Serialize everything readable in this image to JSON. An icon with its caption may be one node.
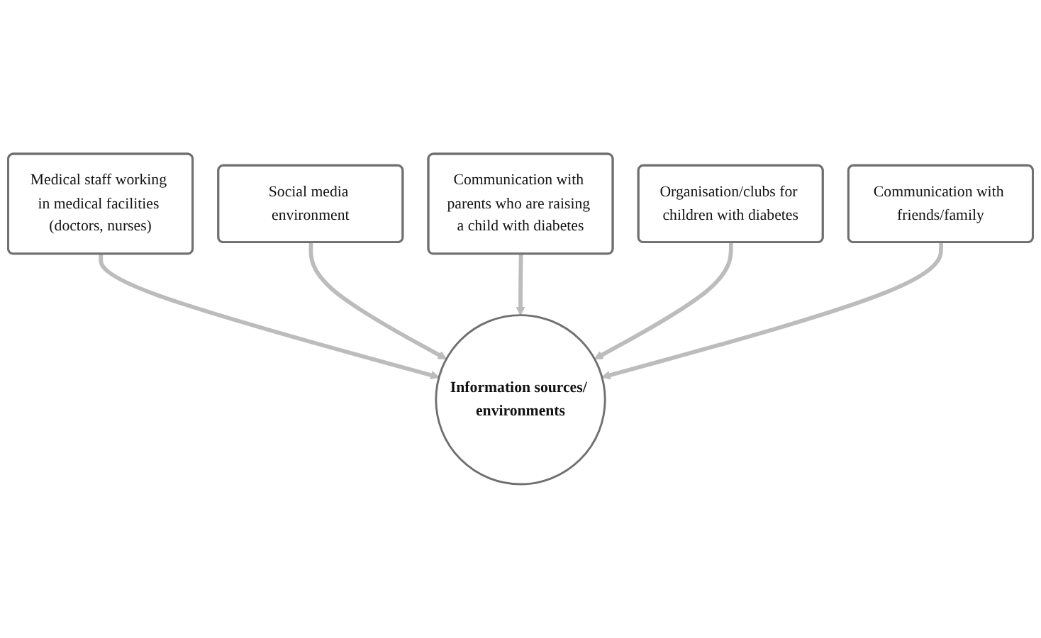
{
  "diagram": {
    "nodes": [
      {
        "text": [
          "Communication with parents who are raising a child with diabetes"
        ]
      },
      {
        "text": [
          "Social media environment"
        ]
      },
      {
        "text": [
          "Organisation/clubs for children with diabetes"
        ]
      },
      {
        "text": [
          "Medical staff working in medical facilities (doctors, nurses)"
        ]
      },
      {
        "text": [
          "Information sources/ environments"
        ]
      },
      {
        "text": [
          "Communication with friends/family"
        ]
      }
    ],
    "edges": [
      {
        "from": 3,
        "to": 4,
        "arrow": "to"
      },
      {
        "from": 1,
        "to": 4,
        "arrow": "to"
      },
      {
        "from": 0,
        "to": 4,
        "arrow": "to"
      },
      {
        "from": 2,
        "to": 4,
        "arrow": "to"
      },
      {
        "from": 5,
        "to": 4,
        "arrow": "to"
      }
    ]
  }
}
